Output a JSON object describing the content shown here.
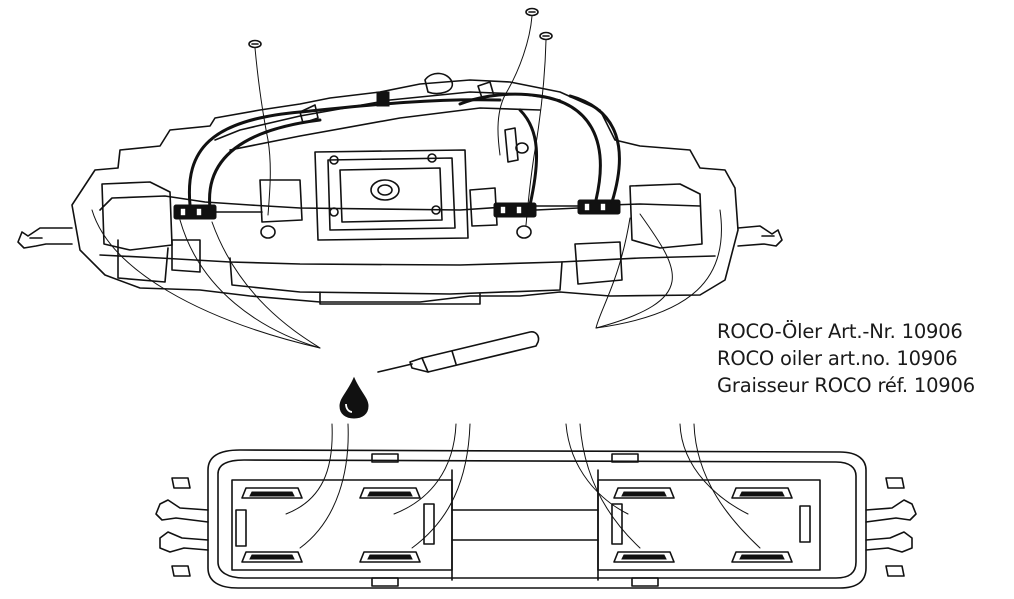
{
  "instructions": {
    "lines": [
      "ROCO-Öler Art.-Nr. 10906",
      "ROCO oiler art.no. 10906",
      "Graisseur ROCO réf. 10906"
    ]
  },
  "icons": {
    "oil_drop": "oil-drop-icon",
    "oiler": "oiler-pen-icon"
  },
  "colors": {
    "ink": "#111111",
    "paper": "#ffffff"
  }
}
